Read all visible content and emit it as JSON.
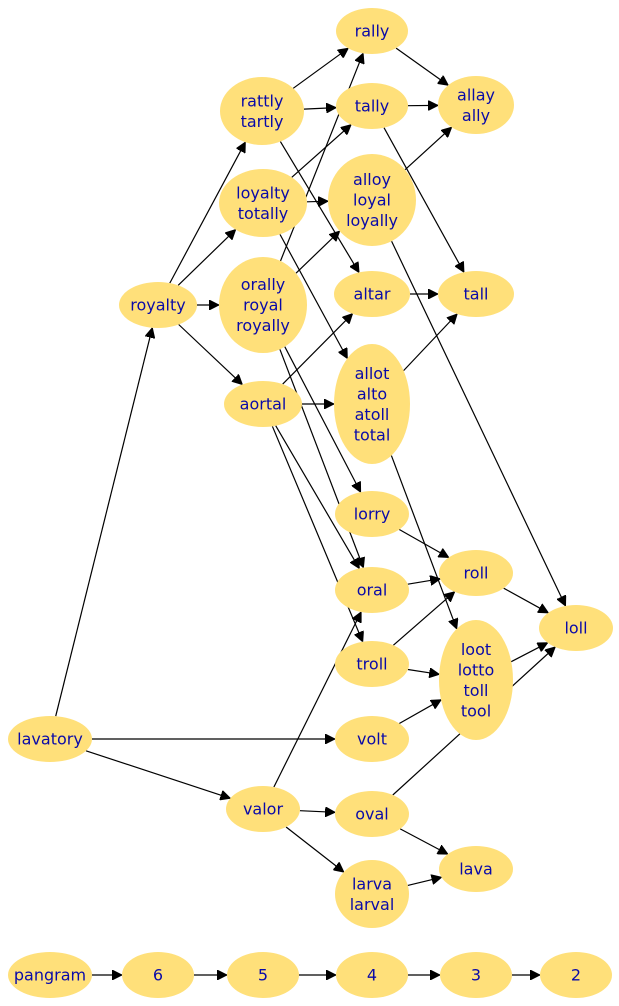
{
  "graph": {
    "node_fill": "#ffe07a",
    "text_color": "#0a0aa8",
    "edge_color": "#000000",
    "nodes": {
      "rally": [
        "rally"
      ],
      "allay": [
        "allay",
        "ally"
      ],
      "rattly": [
        "rattly",
        "tartly"
      ],
      "tally": [
        "tally"
      ],
      "loyalty": [
        "loyalty",
        "totally"
      ],
      "alloy": [
        "alloy",
        "loyal",
        "loyally"
      ],
      "orally": [
        "orally",
        "royal",
        "royally"
      ],
      "royalty": [
        "royalty"
      ],
      "altar": [
        "altar"
      ],
      "tall": [
        "tall"
      ],
      "aortal": [
        "aortal"
      ],
      "allot": [
        "allot",
        "alto",
        "atoll",
        "total"
      ],
      "lorry": [
        "lorry"
      ],
      "roll": [
        "roll"
      ],
      "oral": [
        "oral"
      ],
      "loll": [
        "loll"
      ],
      "troll": [
        "troll"
      ],
      "loot": [
        "loot",
        "lotto",
        "toll",
        "tool"
      ],
      "lavatory": [
        "lavatory"
      ],
      "volt": [
        "volt"
      ],
      "valor": [
        "valor"
      ],
      "oval": [
        "oval"
      ],
      "lava": [
        "lava"
      ],
      "larva": [
        "larva",
        "larval"
      ],
      "pangram": [
        "pangram"
      ],
      "n6": [
        "6"
      ],
      "n5": [
        "5"
      ],
      "n4": [
        "4"
      ],
      "n3": [
        "3"
      ],
      "n2": [
        "2"
      ]
    },
    "edges": [
      [
        "rally",
        "allay"
      ],
      [
        "tally",
        "allay"
      ],
      [
        "alloy",
        "allay"
      ],
      [
        "rattly",
        "rally"
      ],
      [
        "rattly",
        "tally"
      ],
      [
        "rattly",
        "altar"
      ],
      [
        "loyalty",
        "tally"
      ],
      [
        "loyalty",
        "alloy"
      ],
      [
        "loyalty",
        "allot"
      ],
      [
        "orally",
        "rally"
      ],
      [
        "orally",
        "alloy"
      ],
      [
        "orally",
        "lorry"
      ],
      [
        "orally",
        "oral"
      ],
      [
        "royalty",
        "rattly"
      ],
      [
        "royalty",
        "loyalty"
      ],
      [
        "royalty",
        "orally"
      ],
      [
        "royalty",
        "aortal"
      ],
      [
        "tally",
        "tall"
      ],
      [
        "alloy",
        "loll"
      ],
      [
        "altar",
        "tall"
      ],
      [
        "allot",
        "tall"
      ],
      [
        "allot",
        "loot"
      ],
      [
        "aortal",
        "altar"
      ],
      [
        "aortal",
        "allot"
      ],
      [
        "aortal",
        "oral"
      ],
      [
        "aortal",
        "troll"
      ],
      [
        "lorry",
        "roll"
      ],
      [
        "oral",
        "roll"
      ],
      [
        "roll",
        "loll"
      ],
      [
        "troll",
        "roll"
      ],
      [
        "troll",
        "loot"
      ],
      [
        "loot",
        "loll"
      ],
      [
        "lavatory",
        "royalty"
      ],
      [
        "lavatory",
        "volt"
      ],
      [
        "lavatory",
        "valor"
      ],
      [
        "volt",
        "loot"
      ],
      [
        "valor",
        "oral"
      ],
      [
        "valor",
        "oval"
      ],
      [
        "valor",
        "larva"
      ],
      [
        "oval",
        "loll"
      ],
      [
        "oval",
        "lava"
      ],
      [
        "larva",
        "lava"
      ],
      [
        "pangram",
        "n6"
      ],
      [
        "n6",
        "n5"
      ],
      [
        "n5",
        "n4"
      ],
      [
        "n4",
        "n3"
      ],
      [
        "n3",
        "n2"
      ]
    ]
  }
}
